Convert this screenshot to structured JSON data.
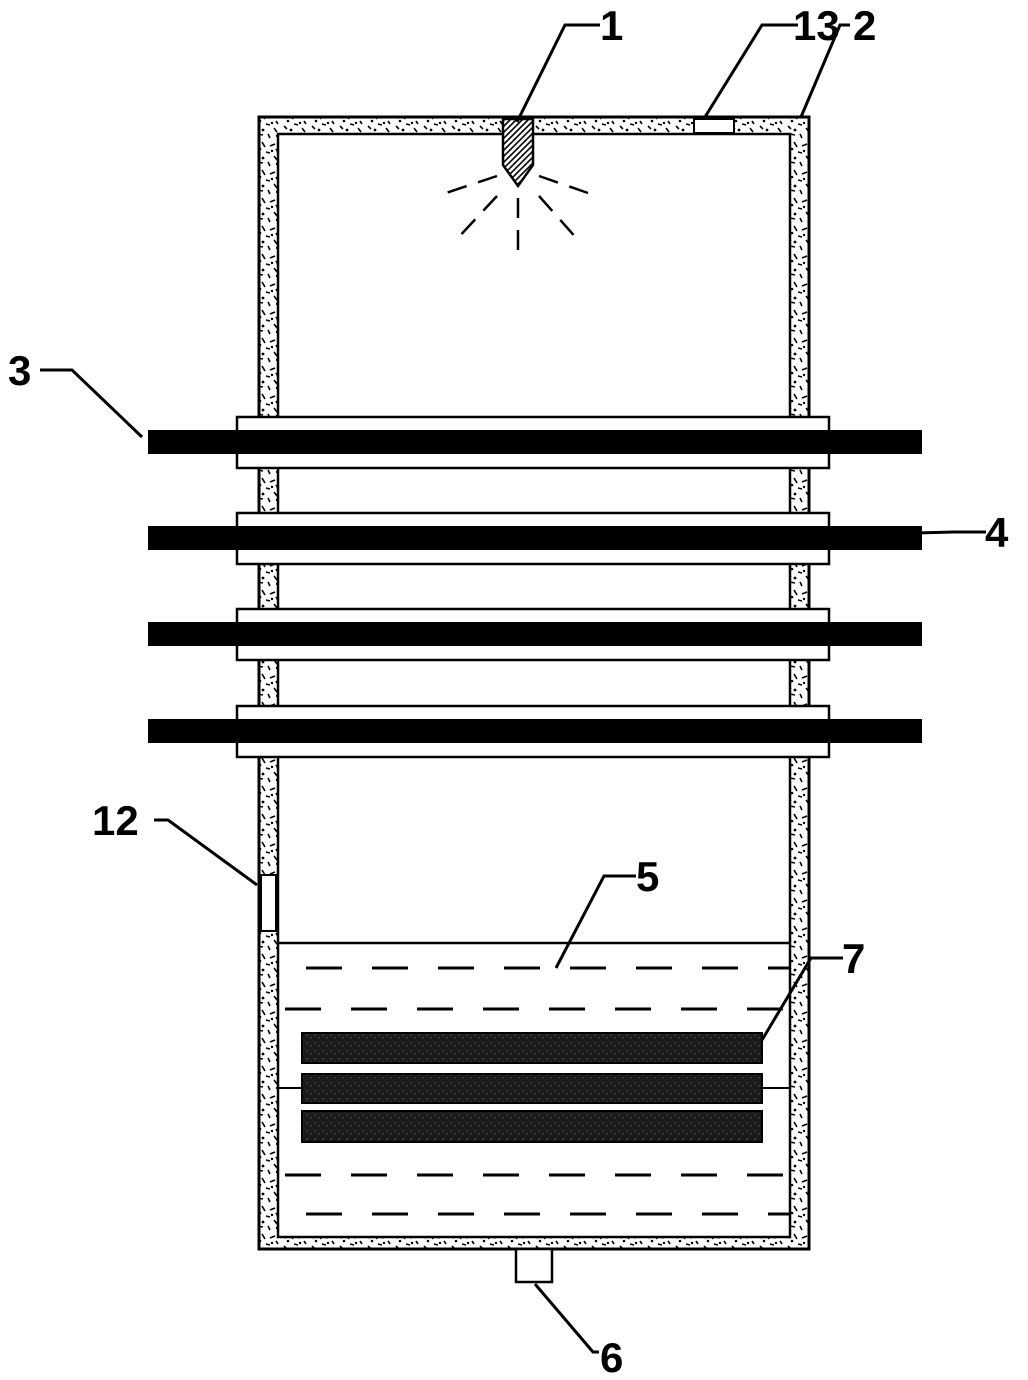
{
  "labels": {
    "nozzle": "1",
    "shell": "2",
    "tube_left": "3",
    "tube_right": "4",
    "liquid": "5",
    "outlet": "6",
    "plates": "7",
    "side_port": "12",
    "top_port": "13"
  },
  "colors": {
    "ink": "#000000",
    "background": "#ffffff",
    "plate": "#1a1a1a"
  }
}
